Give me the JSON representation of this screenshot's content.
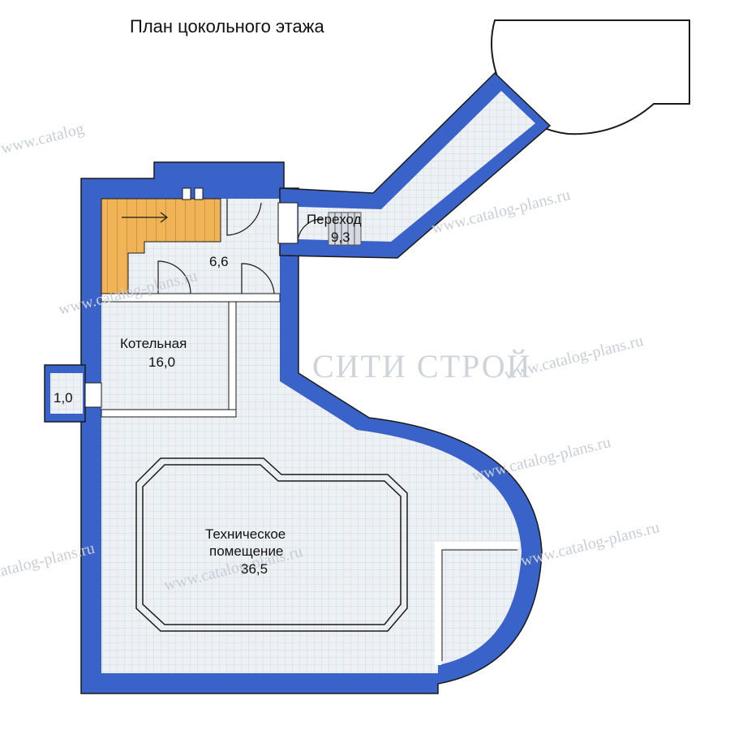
{
  "title": "План цокольного этажа",
  "rooms": {
    "hall_area": "6,6",
    "passage_name": "Переход",
    "passage_area": "9,3",
    "boiler_name": "Котельная",
    "boiler_area": "16,0",
    "porch_area": "1,0",
    "tech_name_line1": "Техническое",
    "tech_name_line2": "помещение",
    "tech_area": "36,5"
  },
  "watermark": {
    "site": "www.catalog-plans.ru",
    "site_short": "www.catalog",
    "site_tail": "catalog-plans.ru",
    "brand": "СИТИ СТРОЙ"
  },
  "colors": {
    "wall": "#3a63c9",
    "floor": "#eef1f4",
    "grid": "#d3d9e2",
    "stairs": "#f0b456",
    "outline": "#1a1a1a"
  }
}
